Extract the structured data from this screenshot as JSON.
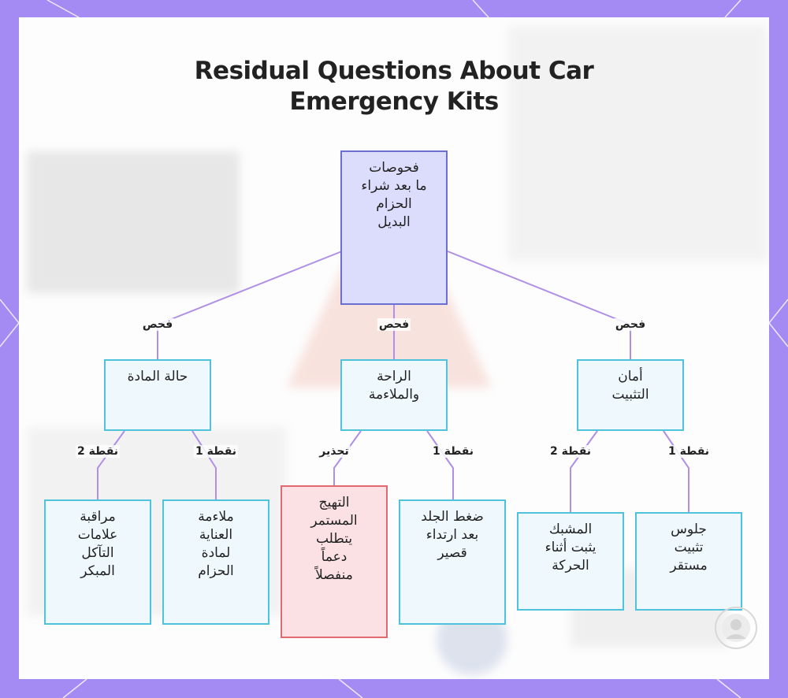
{
  "title": {
    "line1": "Residual Questions About Car",
    "line2": "Emergency Kits"
  },
  "nodes": {
    "root": "فحوصات\nما بعد شراء\nالحزام\nالبديل",
    "material": "حالة المادة",
    "comfort": "الراحة\nوالملاءمة",
    "safety": "أمان\nالتثبيت",
    "wear": "مراقبة\nعلامات\nالتآكل\nالمبكر",
    "care": "ملاءمة\nالعناية\nلمادة\nالحزام",
    "irritation": "التهيج\nالمستمر\nيتطلب\nدعماً\nمنفصلاً",
    "pressure": "ضغط الجلد\nبعد ارتداء\nقصير",
    "buckle": "المشبك\nيثبت أثناء\nالحركة",
    "seating": "جلوس\nتثبيت\nمستقر"
  },
  "edge_labels": {
    "check_material": "فحص",
    "check_comfort": "فحص",
    "check_safety": "فحص",
    "material_point2": "نقطة 2",
    "material_point1": "نقطة 1",
    "comfort_warning": "تحذير",
    "comfort_point1": "نقطة 1",
    "safety_point2": "نقطة 2",
    "safety_point1": "نقطة 1"
  },
  "colors": {
    "frame": "#a48bf4",
    "edge": "#b08fe6",
    "root_fill": "#dcdcfd",
    "root_border": "#6a6fd1",
    "node_fill": "#eef8fd",
    "node_border": "#4fc3db",
    "warn_fill": "#fbe1e3",
    "warn_border": "#e06a70"
  }
}
